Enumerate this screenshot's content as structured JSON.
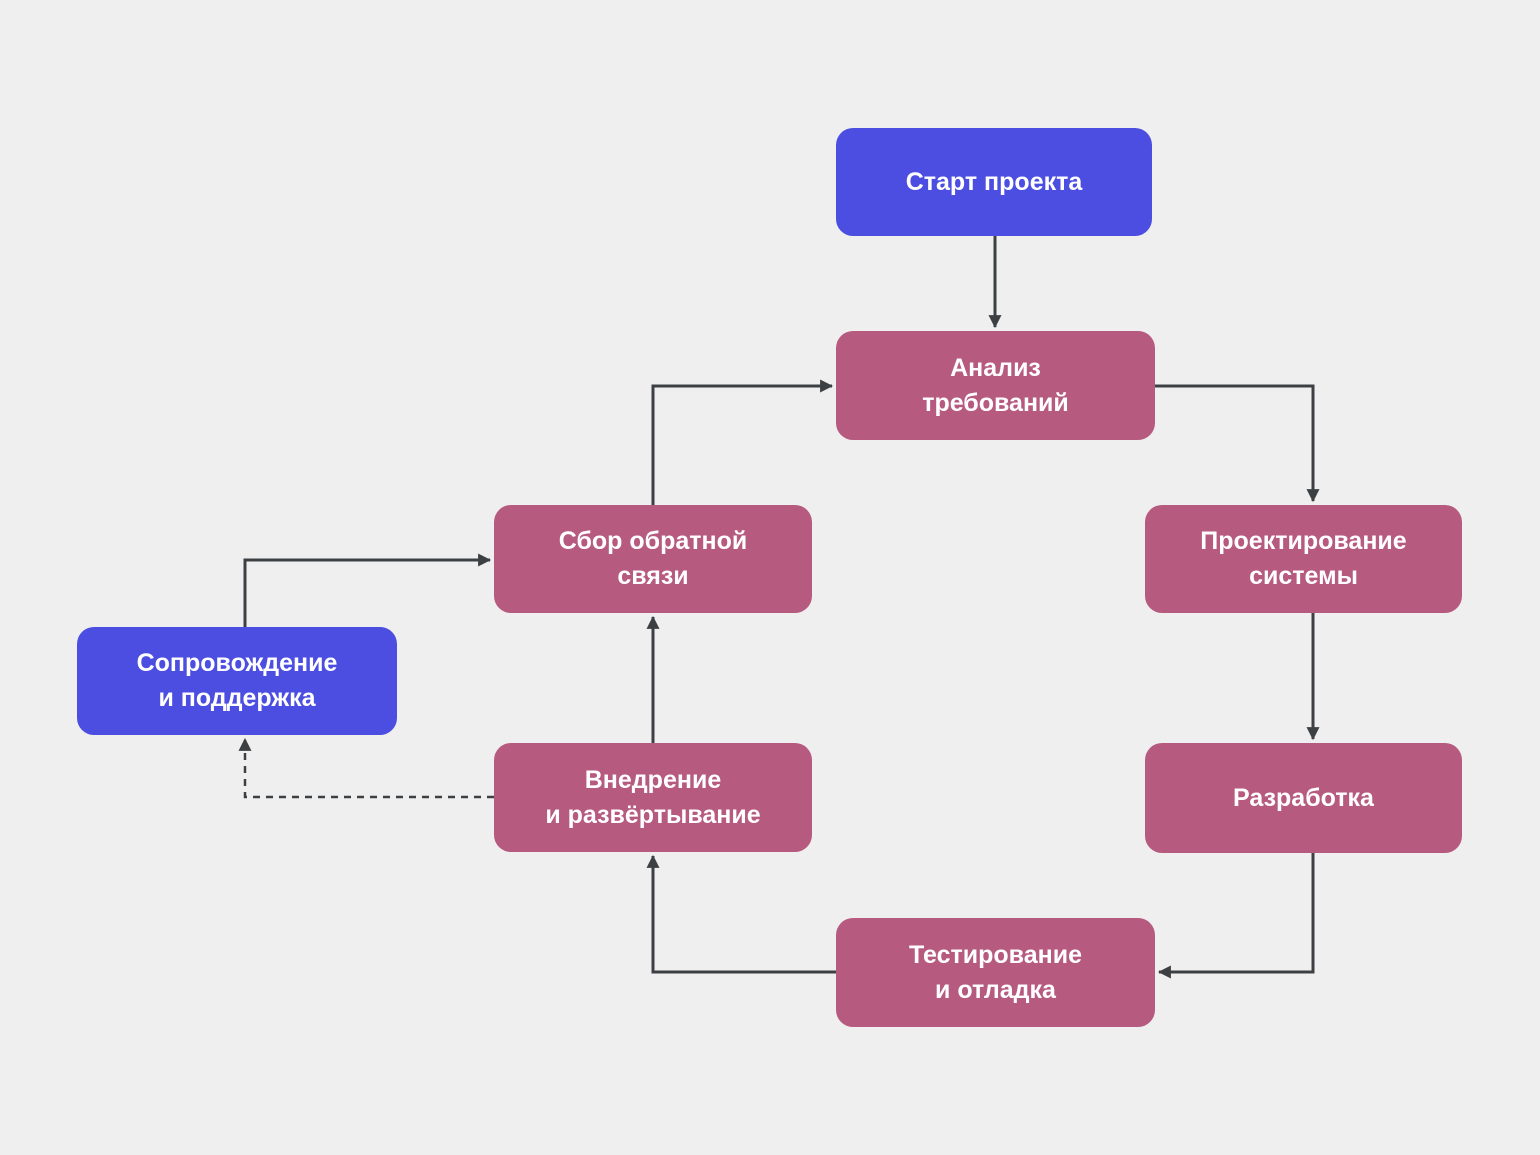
{
  "colors": {
    "background": "#efefef",
    "node_blue": "#4c4ee2",
    "node_pink": "#b75a80",
    "connector": "#3d4043",
    "node_text": "#ffffff"
  },
  "nodes": [
    {
      "id": "start",
      "label": "Старт проекта",
      "color": "node_blue"
    },
    {
      "id": "analysis",
      "label": "Анализ\nтребований",
      "color": "node_pink"
    },
    {
      "id": "design",
      "label": "Проектирование\nсистемы",
      "color": "node_pink"
    },
    {
      "id": "development",
      "label": "Разработка",
      "color": "node_pink"
    },
    {
      "id": "testing",
      "label": "Тестирование\nи отладка",
      "color": "node_pink"
    },
    {
      "id": "deployment",
      "label": "Внедрение\nи развёртывание",
      "color": "node_pink"
    },
    {
      "id": "feedback",
      "label": "Сбор обратной\nсвязи",
      "color": "node_pink"
    },
    {
      "id": "support",
      "label": "Сопровождение\nи поддержка",
      "color": "node_blue"
    }
  ],
  "edges": [
    {
      "from": "start",
      "to": "analysis",
      "style": "solid"
    },
    {
      "from": "analysis",
      "to": "design",
      "style": "solid"
    },
    {
      "from": "design",
      "to": "development",
      "style": "solid"
    },
    {
      "from": "development",
      "to": "testing",
      "style": "solid"
    },
    {
      "from": "testing",
      "to": "deployment",
      "style": "solid"
    },
    {
      "from": "deployment",
      "to": "feedback",
      "style": "solid"
    },
    {
      "from": "feedback",
      "to": "analysis",
      "style": "solid"
    },
    {
      "from": "support",
      "to": "feedback",
      "style": "solid"
    },
    {
      "from": "deployment",
      "to": "support",
      "style": "dashed"
    }
  ]
}
